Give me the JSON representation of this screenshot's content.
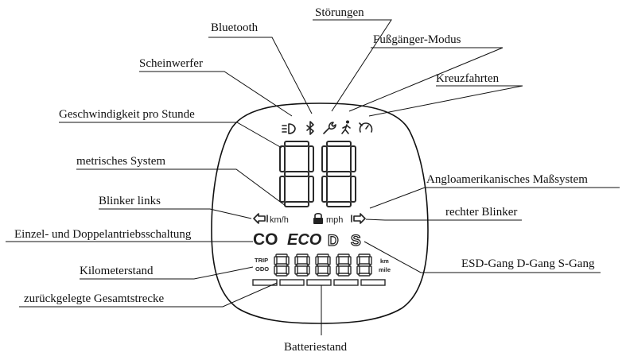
{
  "labels": {
    "bluetooth": "Bluetooth",
    "stoerungen": "Störungen",
    "fussgaenger": "Fußgänger-Modus",
    "scheinwerfer": "Scheinwerfer",
    "kreuzfahrten": "Kreuzfahrten",
    "geschwindigkeit": "Geschwindigkeit pro Stunde",
    "metrisch": "metrisches System",
    "angloamerikanisch": "Angloamerikanisches Maßsystem",
    "blinker_links": "Blinker links",
    "blinker_rechts": "rechter Blinker",
    "antrieb": "Einzel- und Doppelantriebsschaltung",
    "gang": "ESD-Gang D-Gang S-Gang",
    "kilometerstand": "Kilometerstand",
    "gesamtstrecke": "zurückgelegte Gesamtstrecke",
    "batteriestand": "Batteriestand"
  },
  "display": {
    "unit_kmh": "km/h",
    "unit_mph": "mph",
    "mode_eco": "ECO",
    "mode_cc": "CO",
    "gear_d": "D",
    "gear_s": "S",
    "tag_trip": "TRIP",
    "tag_odo": "ODO",
    "unit_km": "km",
    "unit_mile": "mile"
  },
  "icons": [
    "headlight-icon",
    "bluetooth-icon",
    "wrench-icon",
    "pedestrian-icon",
    "cruise-control-icon",
    "padlock-icon",
    "left-turn-arrow-icon",
    "right-turn-arrow-icon"
  ],
  "battery_segments": 5
}
